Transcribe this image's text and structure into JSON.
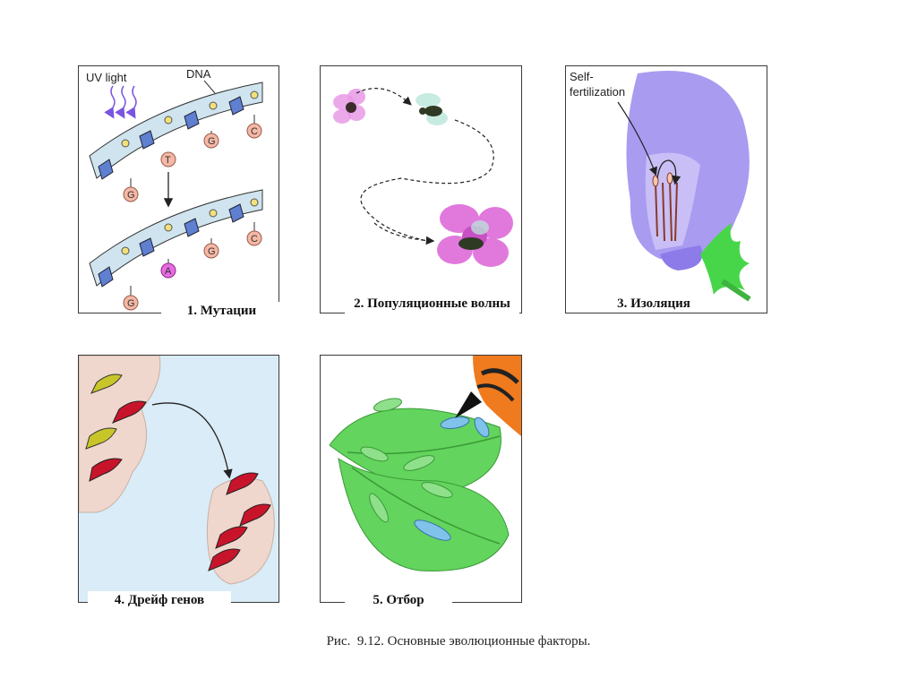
{
  "panels": {
    "mutations": {
      "caption": "1. Мутации",
      "uv_label": "UV light",
      "dna_label": "DNA",
      "bases_top": [
        "G",
        "T",
        "G",
        "C"
      ],
      "bases_bottom": [
        "G",
        "A",
        "G",
        "C"
      ]
    },
    "population_waves": {
      "caption": "2. Популяционные волны"
    },
    "isolation": {
      "caption": "3. Изоляция",
      "self_label_line1": "Self-",
      "self_label_line2": "fertilization"
    },
    "gene_drift": {
      "caption": "4. Дрейф генов"
    },
    "selection": {
      "caption": "5. Отбор"
    }
  },
  "figure_caption": "Рис.  9.12. Основные эволюционные факторы.",
  "colors": {
    "dna_band": "#cfe4ee",
    "dna_hex": "#5f7fd1",
    "base_node": "#f4b8a5",
    "mutant_base": "#e86be2",
    "flower_pink": "#e79ae6",
    "bell_flower": "#a99bf0",
    "leaf_green": "#63d45d",
    "drift_bg": "#d9ecf7",
    "island": "#efd7cd",
    "bird_red": "#c8142b"
  }
}
